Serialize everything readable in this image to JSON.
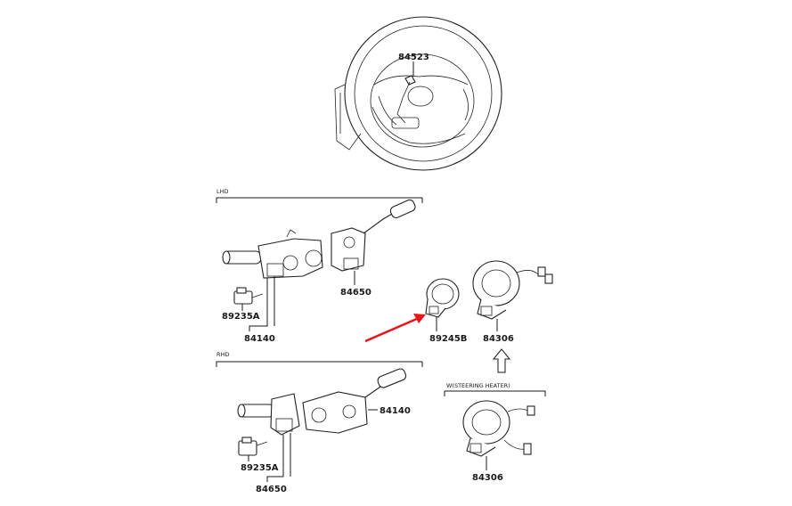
{
  "sections": {
    "lhd": "LHD",
    "rhd": "RHD",
    "steering_heater": "W(STEERING HEATER)"
  },
  "parts": {
    "wheel_switch": "84523",
    "lhd_bracket": "89235A",
    "lhd_combination_switch": "84140",
    "lhd_wiper_switch": "84650",
    "sensor": "89245B",
    "spiral_cable": "84306",
    "rhd_combination_switch": "84140",
    "rhd_bracket": "89235A",
    "rhd_wiper_switch": "84650",
    "heater_spiral_cable": "84306"
  },
  "highlight_color": "#e8141a"
}
